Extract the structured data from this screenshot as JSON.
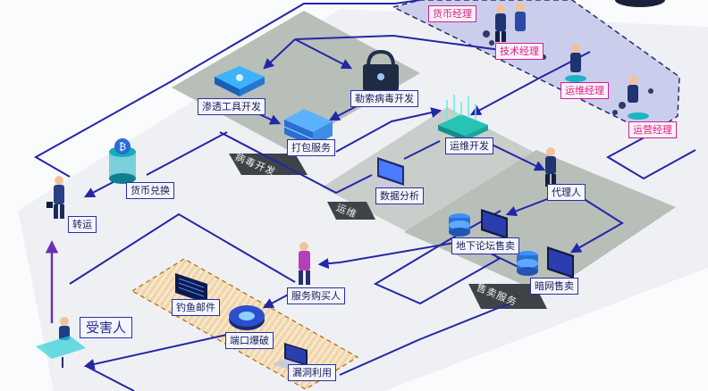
{
  "colors": {
    "flow": "#2326a6",
    "pink": "#d0209a",
    "victim_arrow": "#5b2fb2",
    "zone_gray": "#b4bdb5",
    "zone_gray_light": "#dfe3ea",
    "zone_purple": "#c6c8e9",
    "phish_zone": "#f4dcb8",
    "tag_bg": "#3e4347"
  },
  "zones": {
    "virus_dev": "病毒开发",
    "ops": "运维",
    "trade": "售卖服务"
  },
  "nodes": {
    "currency_manager": "货币经理",
    "tech_manager": "技术经理",
    "ops_manager": "运维经理",
    "operations_manager": "运营经理",
    "pentest_tool_dev": "渗透工具开发",
    "ransomware_dev": "勒索病毒开发",
    "packing_service": "打包服务",
    "ops_dev": "运维开发",
    "currency_exchange": "货币兑换",
    "transfer": "转运",
    "data_analysis": "数据分析",
    "agent": "代理人",
    "underground_forum_sale": "地下论坛售卖",
    "darknet_sale": "暗网售卖",
    "service_buyer": "服务购买人",
    "phishing_mail": "钓鱼邮件",
    "port_blasting": "端口爆破",
    "exploit": "漏洞利用",
    "victim": "受害人"
  },
  "icons": [
    "person-icon",
    "monitor-icon",
    "database-icon",
    "lock-icon",
    "chip-icon",
    "firewall-icon",
    "gear-icon",
    "bitcoin-icon",
    "envelope-icon",
    "laptop-icon",
    "server-icon"
  ]
}
